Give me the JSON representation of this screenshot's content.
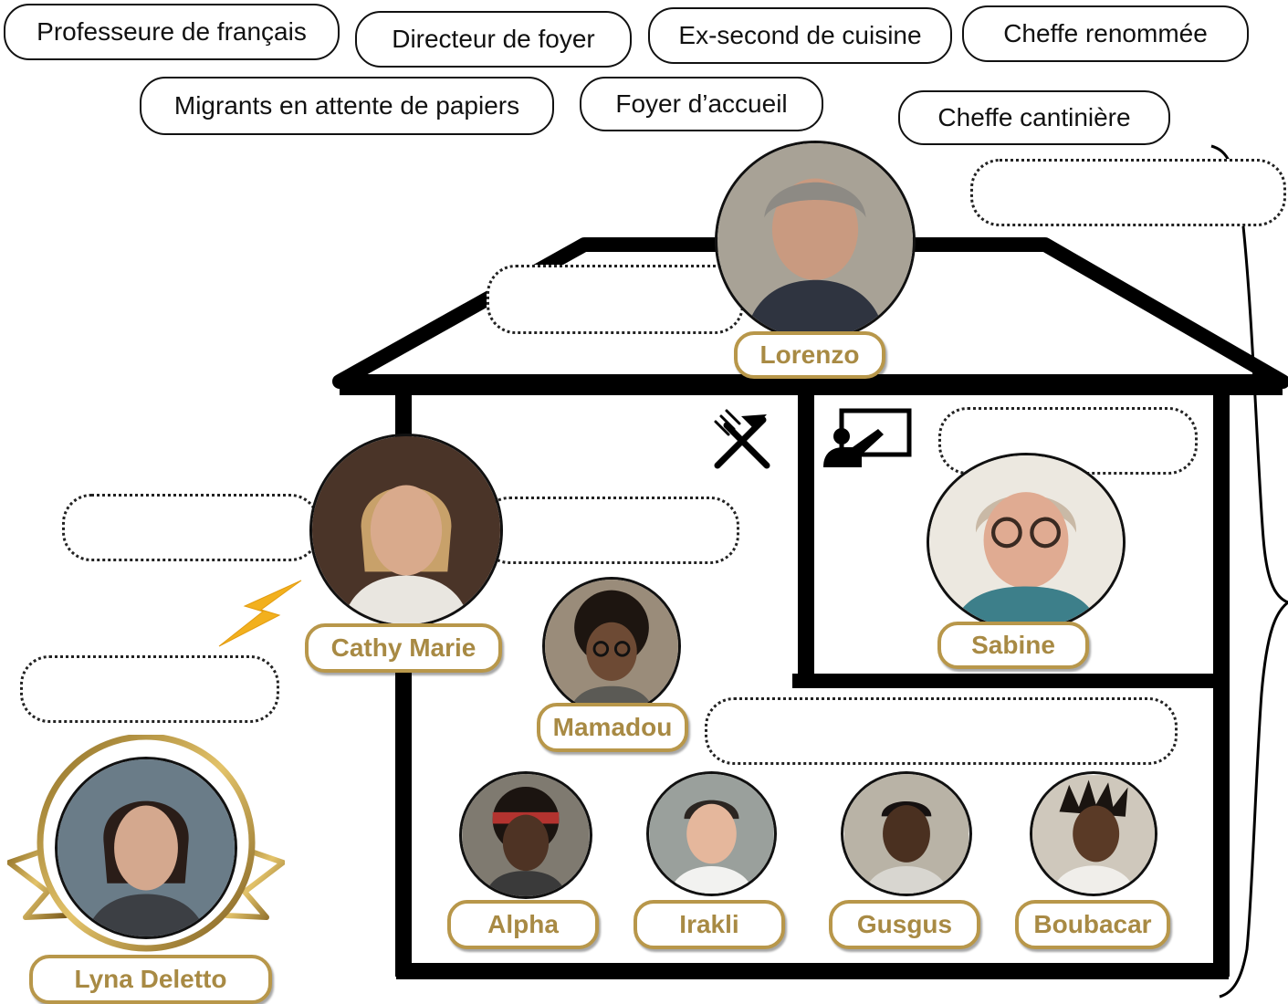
{
  "word_bank": [
    "Professeure de français",
    "Directeur de foyer",
    "Ex-second de cuisine",
    "Cheffe renommée",
    "Migrants en attente de papiers",
    "Foyer d’accueil",
    "Cheffe cantinière"
  ],
  "characters": {
    "lorenzo": "Lorenzo",
    "sabine": "Sabine",
    "cathy": "Cathy Marie",
    "mamadou": "Mamadou",
    "alpha": "Alpha",
    "irakli": "Irakli",
    "gusgus": "Gusgus",
    "boubacar": "Boubacar",
    "lyna": "Lyna Deletto"
  },
  "icons": {
    "kitchen": "fork-knife-icon",
    "teaching": "teacher-board-icon",
    "conflict": "lightning-icon"
  },
  "colors": {
    "gold": "#b8974a",
    "gold_text": "#a88a44",
    "lightning": "#f2b01e",
    "outline": "#111111"
  }
}
